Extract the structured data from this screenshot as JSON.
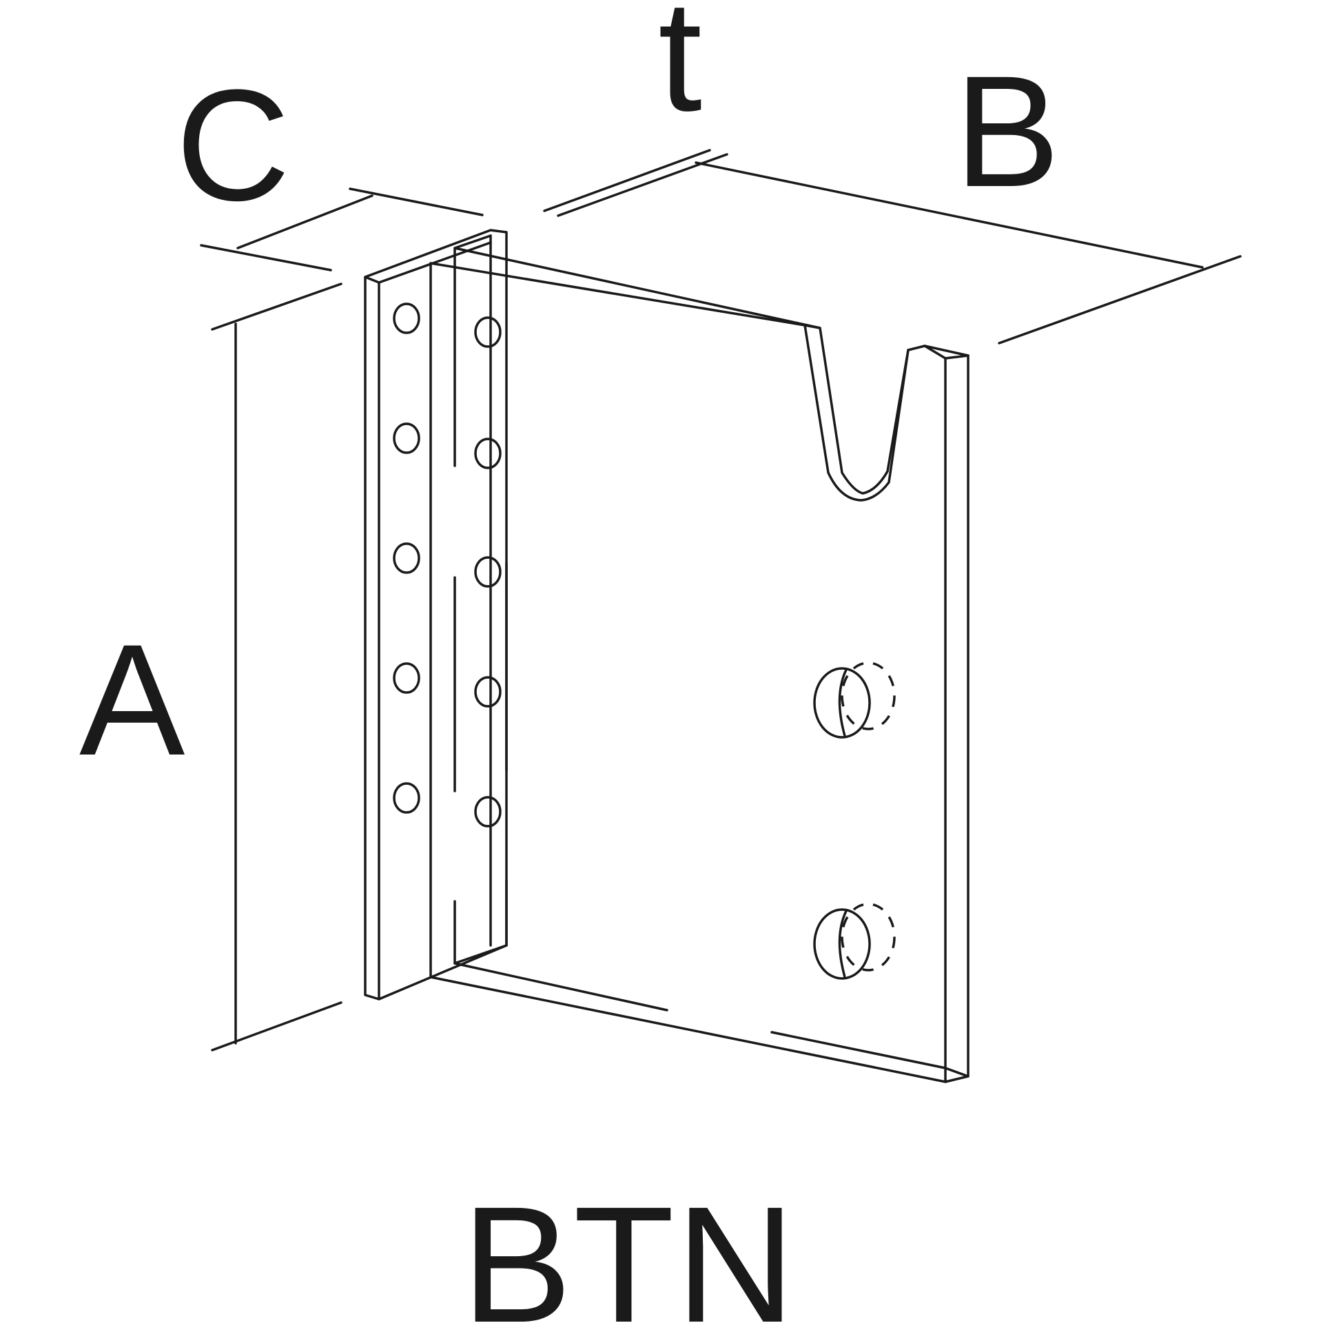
{
  "labels": {
    "c": "C",
    "t": "t",
    "b": "B",
    "a": "A",
    "title": "BTN"
  },
  "colors": {
    "line": "#1a1a1a",
    "background": "#ffffff"
  }
}
